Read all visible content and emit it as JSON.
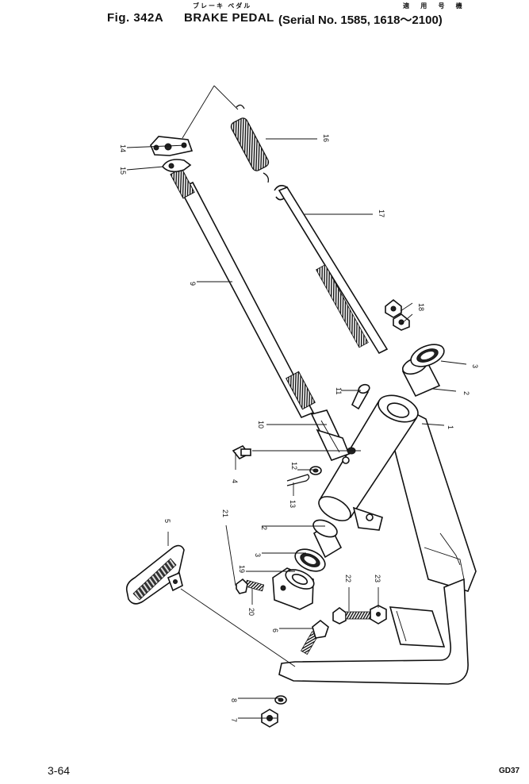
{
  "header": {
    "figure": "Fig. 342A",
    "jp_name": "ブレーキ ペダル",
    "jp_note": "適 用 号 機",
    "name": "BRAKE PEDAL",
    "serial": "(Serial No. 1585, 1618～2100)"
  },
  "footer": {
    "page": "3-64",
    "code": "GD37"
  },
  "callouts": [
    "1",
    "2",
    "2",
    "3",
    "3",
    "4",
    "5",
    "6",
    "7",
    "8",
    "9",
    "10",
    "11",
    "12",
    "13",
    "14",
    "15",
    "16",
    "17",
    "18",
    "19",
    "20",
    "21",
    "22",
    "23"
  ],
  "colors": {
    "ink": "#111111",
    "paper": "#ffffff"
  }
}
